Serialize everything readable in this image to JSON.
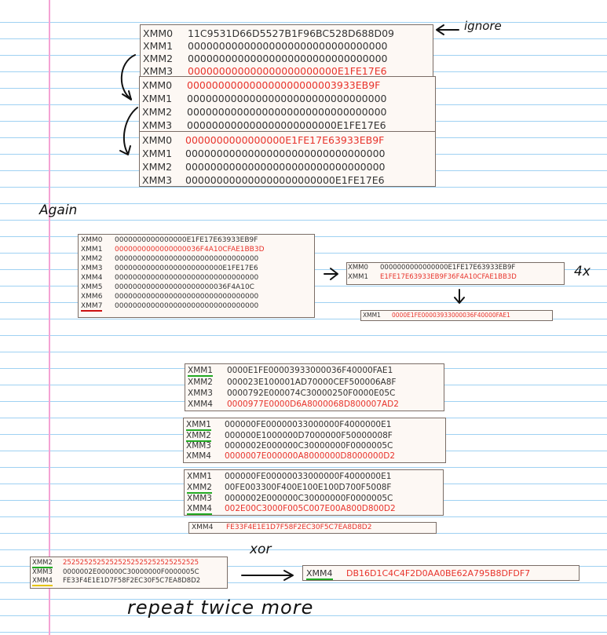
{
  "margin_color": "#f4a3d4",
  "rule_color": "#9fd1f2",
  "value_red": "#e8332b",
  "top_group": [
    {
      "rows": [
        {
          "reg": "XMM0",
          "val": "11C9531D66D5527B1F96BC528D688D09",
          "red": false
        },
        {
          "reg": "XMM1",
          "val": "00000000000000000000000000000000",
          "red": false
        },
        {
          "reg": "XMM2",
          "val": "00000000000000000000000000000000",
          "red": false
        },
        {
          "reg": "XMM3",
          "val": "000000000000000000000000E1FE17E6",
          "red": true
        }
      ]
    },
    {
      "rows": [
        {
          "reg": "XMM0",
          "val": "000000000000000000000003933EB9F",
          "red": true
        },
        {
          "reg": "XMM1",
          "val": "00000000000000000000000000000000",
          "red": false
        },
        {
          "reg": "XMM2",
          "val": "00000000000000000000000000000000",
          "red": false
        },
        {
          "reg": "XMM3",
          "val": "000000000000000000000000E1FE17E6",
          "red": false
        }
      ]
    },
    {
      "rows": [
        {
          "reg": "XMM0",
          "val": "0000000000000000E1FE17E63933EB9F",
          "red": true
        },
        {
          "reg": "XMM1",
          "val": "00000000000000000000000000000000",
          "red": false
        },
        {
          "reg": "XMM2",
          "val": "00000000000000000000000000000000",
          "red": false
        },
        {
          "reg": "XMM3",
          "val": "000000000000000000000000E1FE17E6",
          "red": false
        }
      ]
    }
  ],
  "again_panel": [
    {
      "reg": "XMM0",
      "val": "0000000000000000E1FE17E63933EB9F",
      "red": false
    },
    {
      "reg": "XMM1",
      "val": "0000000000000000036F4A10CFAE1BB3D",
      "red": true
    },
    {
      "reg": "XMM2",
      "val": "00000000000000000000000000000000",
      "red": false
    },
    {
      "reg": "XMM3",
      "val": "000000000000000000000000E1FE17E6",
      "red": false
    },
    {
      "reg": "XMM4",
      "val": "00000000000000000000000000000000",
      "red": false
    },
    {
      "reg": "XMM5",
      "val": "0000000000000000000000036F4A10C",
      "red": false
    },
    {
      "reg": "XMM6",
      "val": "00000000000000000000000000000000",
      "red": false
    },
    {
      "reg": "XMM7",
      "val": "00000000000000000000000000000000",
      "red": false
    }
  ],
  "right_small": [
    {
      "reg": "XMM0",
      "val": "0000000000000000E1FE17E63933EB9F",
      "red": false
    },
    {
      "reg": "XMM1",
      "val": "E1FE17E63933EB9F36F4A10CFAE1BB3D",
      "red": true
    }
  ],
  "right_result": {
    "reg": "XMM1",
    "val": "0000E1FE00003933000036F40000FAE1"
  },
  "mid_group": [
    {
      "rows": [
        {
          "reg": "XMM1",
          "val": "0000E1FE00003933000036F40000FAE1",
          "red": false
        },
        {
          "reg": "XMM2",
          "val": "000023E100001AD70000CEF500006A8F",
          "red": false
        },
        {
          "reg": "XMM3",
          "val": "0000792E000074C30000250F0000E05C",
          "red": false
        },
        {
          "reg": "XMM4",
          "val": "0000977E0000D6A8000068D800007AD2",
          "red": true
        }
      ]
    },
    {
      "rows": [
        {
          "reg": "XMM1",
          "val": "000000FE00000033000000F4000000E1",
          "red": false
        },
        {
          "reg": "XMM2",
          "val": "000000E1000000D7000000F50000008F",
          "red": false
        },
        {
          "reg": "XMM3",
          "val": "0000002E000000C30000000F0000005C",
          "red": false
        },
        {
          "reg": "XMM4",
          "val": "0000007E000000A8000000D8000000D2",
          "red": true
        }
      ]
    },
    {
      "rows": [
        {
          "reg": "XMM1",
          "val": "000000FE00000033000000F4000000E1",
          "red": false
        },
        {
          "reg": "XMM2",
          "val": "00FE003300F400E100E100D700F5008F",
          "red": false
        },
        {
          "reg": "XMM3",
          "val": "0000002E000000C30000000F0000005C",
          "red": false
        },
        {
          "reg": "XMM4",
          "val": "002E00C3000F005C007E00A800D800D2",
          "red": true
        }
      ]
    }
  ],
  "xmm4_line": {
    "reg": "XMM4",
    "val": "FE33F4E1E1D7F58F2EC30F5C7EA8D8D2"
  },
  "xor_panel": [
    {
      "reg": "XMM2",
      "val": "25252525252525252525252525252525",
      "red": true
    },
    {
      "reg": "XMM3",
      "val": "0000002E000000C30000000F0000005C",
      "red": false
    },
    {
      "reg": "XMM4",
      "val": "FE33F4E1E1D7F58F2EC30F5C7EA8D8D2",
      "red": false
    }
  ],
  "xor_result": {
    "reg": "XMM4",
    "val": "DB16D1C4C4F2D0AA0BE62A795B8DFDF7"
  },
  "annotations": {
    "ignore": "ignore",
    "again": "Again",
    "four_x": "4x",
    "xor": "xor",
    "repeat": "repeat twice more"
  }
}
